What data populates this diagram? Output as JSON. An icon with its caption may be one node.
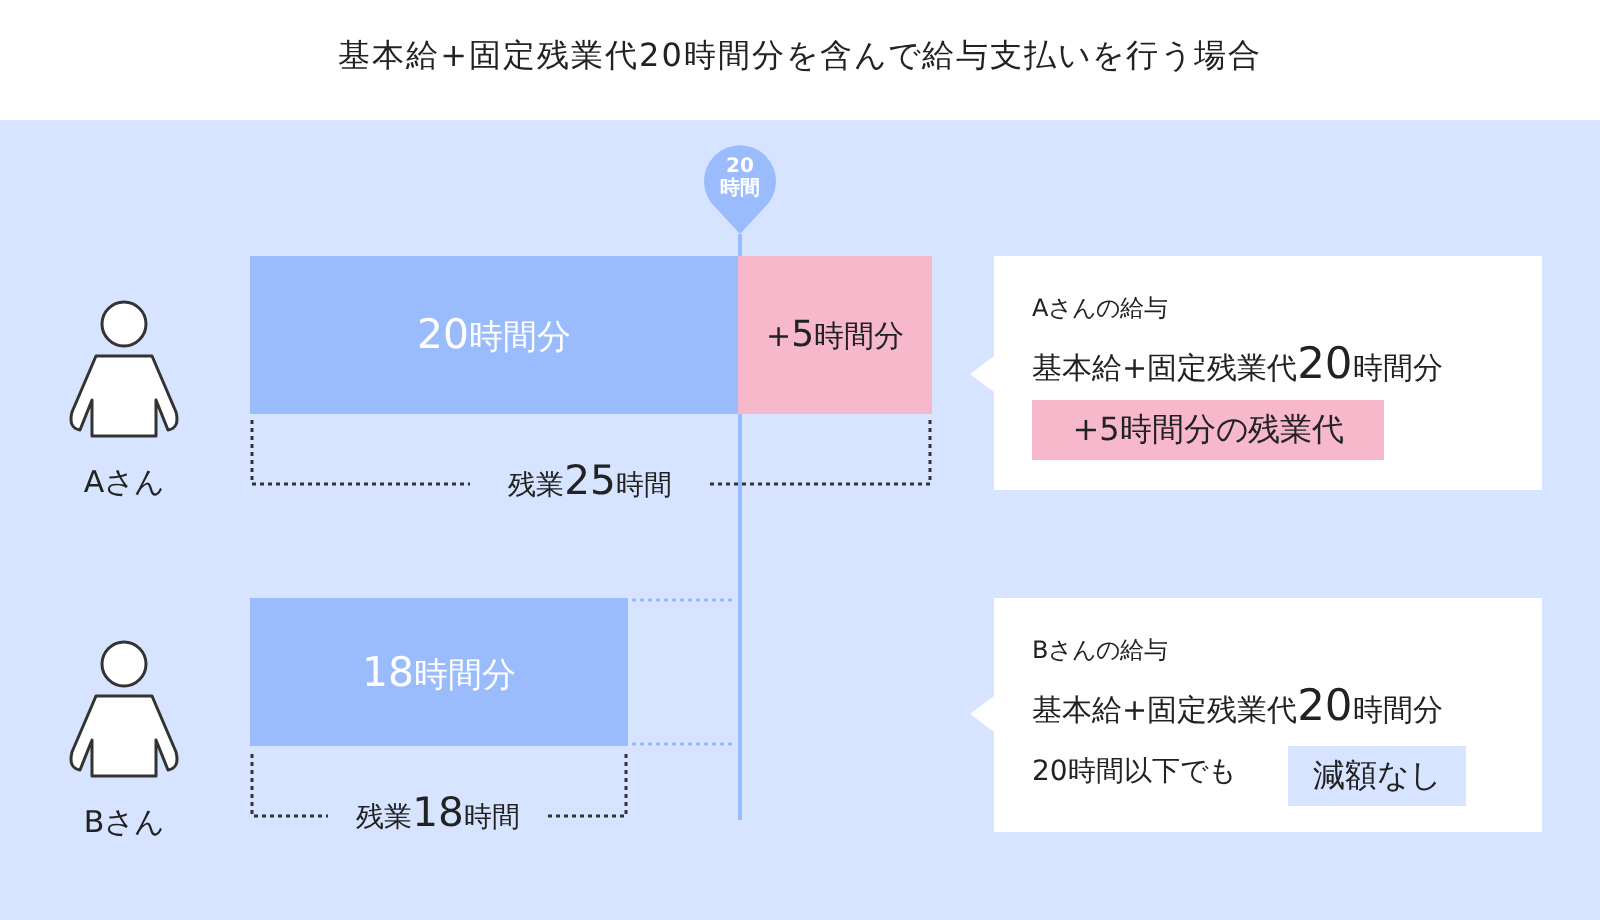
{
  "diagram": {
    "title": "基本給+固定残業代20時間分を含んで給与支払いを行う場合",
    "nodes": [
      {
        "text": [
          "Aさん"
        ]
      },
      {
        "text": [
          "20時間分"
        ]
      },
      {
        "text": [
          "+5時間分"
        ]
      },
      {
        "text": [
          "20時間"
        ]
      },
      {
        "text": [
          "Aさんの給与",
          "基本給+固定残業代20時間分"
        ]
      },
      {
        "text": [
          "+5時間分の残業代"
        ],
        "in": 4
      },
      {
        "text": [
          "Bさん"
        ]
      },
      {
        "text": [
          "18時間分"
        ]
      },
      {
        "text": [
          "Bさんの給与",
          "基本給+固定残業代20時間分",
          "20時間以下でも"
        ]
      },
      {
        "text": [
          "減額なし"
        ],
        "in": 8
      }
    ],
    "edges": [
      {
        "from": 3,
        "to": 7,
        "arrow": "none"
      }
    ],
    "labels": [
      "残業25時間",
      "残業18時間"
    ]
  }
}
